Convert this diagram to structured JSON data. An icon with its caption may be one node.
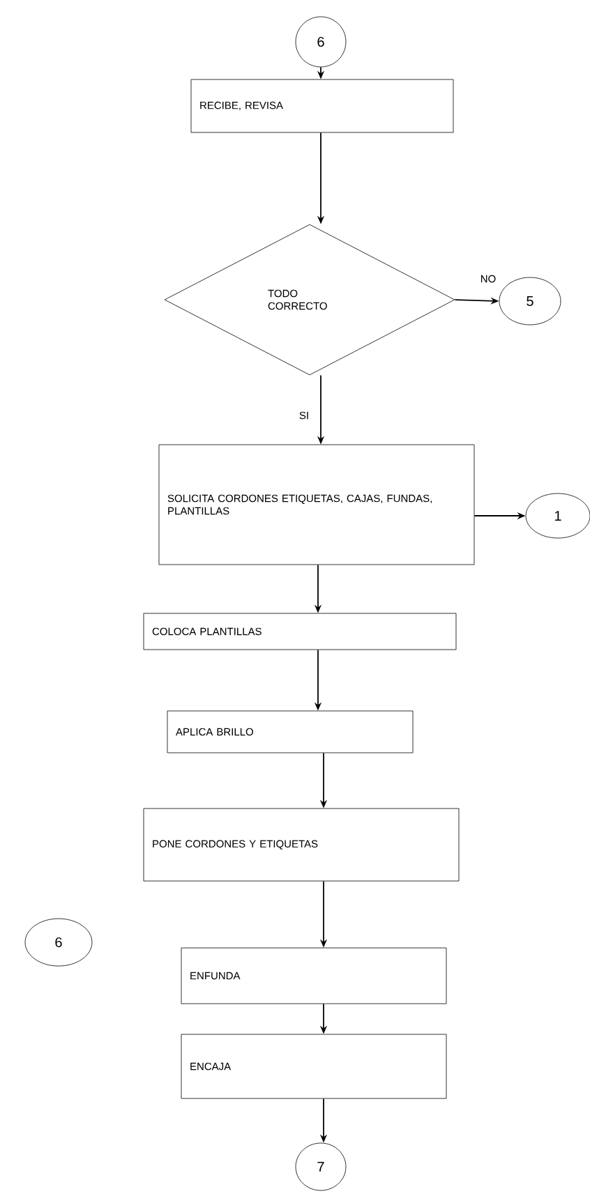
{
  "diagram": {
    "nodes": [
      {
        "text": [
          "6"
        ]
      },
      {
        "text": [
          "RECIBE, REVISA"
        ]
      },
      {
        "text": [
          "TODO CORRECTO"
        ]
      },
      {
        "text": [
          "5"
        ]
      },
      {
        "text": [
          "SOLICITA CORDONES ETIQUETAS, CAJAS, FUNDAS, PLANTILLAS"
        ]
      },
      {
        "text": [
          "1"
        ]
      },
      {
        "text": [
          "COLOCA PLANTILLAS"
        ]
      },
      {
        "text": [
          "APLICA BRILLO"
        ]
      },
      {
        "text": [
          "PONE CORDONES Y ETIQUETAS"
        ]
      },
      {
        "text": [
          "6"
        ]
      },
      {
        "text": [
          "ENFUNDA"
        ]
      },
      {
        "text": [
          "ENCAJA"
        ]
      },
      {
        "text": [
          "7"
        ]
      }
    ],
    "edges": [
      {
        "from": 0,
        "to": 1,
        "arrow": "to"
      },
      {
        "from": 1,
        "to": 2,
        "arrow": "to"
      },
      {
        "from": 2,
        "to": 3,
        "arrow": "to",
        "label": "NO"
      },
      {
        "from": 2,
        "to": 4,
        "arrow": "to",
        "label": "SI"
      },
      {
        "from": 4,
        "to": 5,
        "arrow": "to"
      },
      {
        "from": 4,
        "to": 6,
        "arrow": "to"
      },
      {
        "from": 6,
        "to": 7,
        "arrow": "to"
      },
      {
        "from": 7,
        "to": 8,
        "arrow": "to"
      },
      {
        "from": 8,
        "to": 10,
        "arrow": "to"
      },
      {
        "from": 10,
        "to": 11,
        "arrow": "to"
      },
      {
        "from": 11,
        "to": 12,
        "arrow": "to"
      }
    ]
  }
}
